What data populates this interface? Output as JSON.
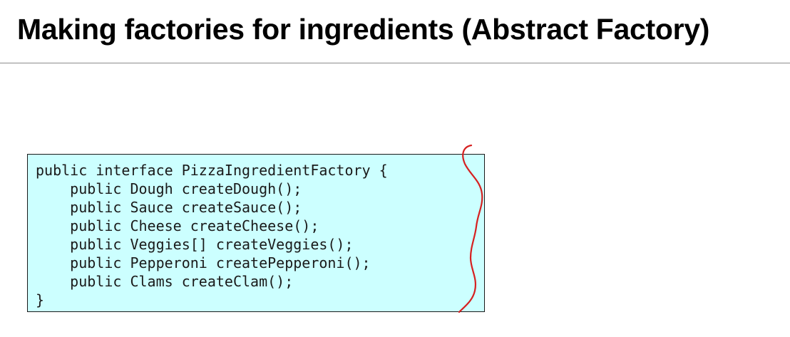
{
  "slide": {
    "title": "Making factories for ingredients (Abstract Factory)"
  },
  "code": {
    "lines": [
      "public interface PizzaIngredientFactory {",
      "    public Dough createDough();",
      "    public Sauce createSauce();",
      "    public Cheese createCheese();",
      "    public Veggies[] createVeggies();",
      "    public Pepperoni createPepperoni();",
      "    public Clams createClam();",
      "}"
    ]
  },
  "colors": {
    "code_background": "#ccffff",
    "annotation": "#d62020"
  },
  "icons": {
    "annotation": "handwritten-brace-icon"
  }
}
